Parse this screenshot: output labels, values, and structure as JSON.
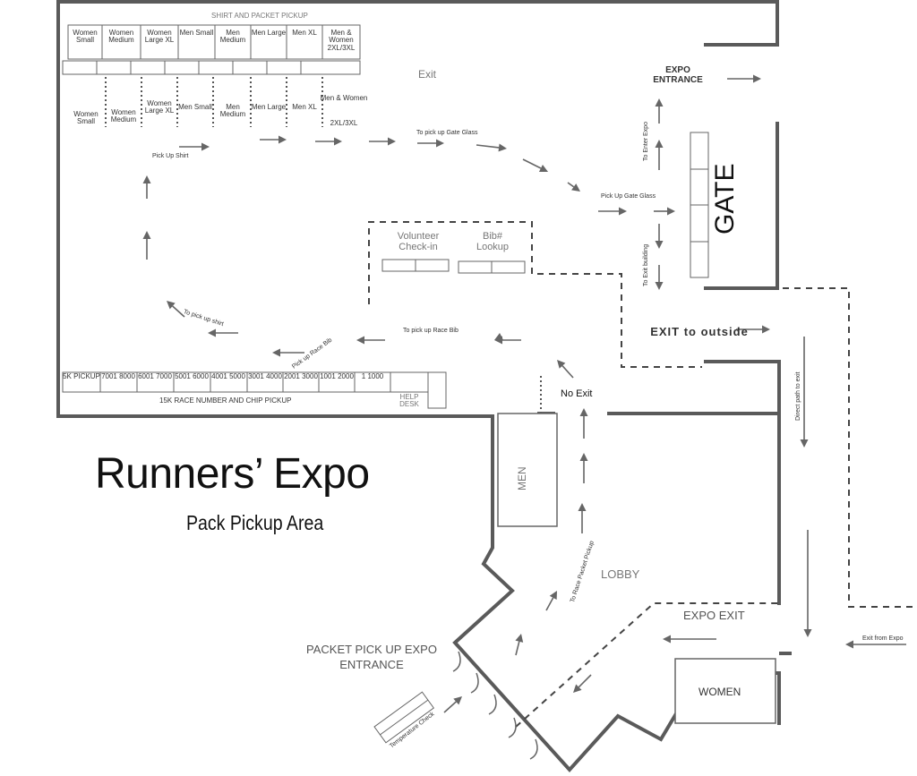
{
  "title": "Runners’ Expo",
  "subtitle": "Pack Pickup Area",
  "shirt_pickup_header": "SHIRT AND PACKET PICKUP",
  "shirt_sizes": [
    "Women Small",
    "Women Medium",
    "Women Large XL",
    "Men Small",
    "Men Medium",
    "Men Large",
    "Men XL",
    "Men & Women 2XL/3XL"
  ],
  "shirt_sizes_lower": [
    "Women Small",
    "Women Medium",
    "Women Large XL",
    "Men Small",
    "Men Medium",
    "Men Large",
    "Men XL",
    "Men & Women",
    "2XL/3XL"
  ],
  "race_tables": {
    "first": "5K PICKUP",
    "ranges": [
      "7001 8000",
      "6001 7000",
      "5001 6000",
      "4001 5000",
      "3001 4000",
      "2001 3000",
      "1001 2000",
      "1 1000"
    ],
    "caption": "15K RACE NUMBER AND CHIP PICKUP",
    "help_desk": "HELP DESK"
  },
  "labels": {
    "exit_top": "Exit",
    "expo_entrance": "EXPO ENTRANCE",
    "gate": "GATE",
    "to_enter_expo": "To Enter Expo",
    "to_exit_building": "To Exit building",
    "pick_up_gate_glass": "Pick Up Gate Glass",
    "to_pick_up_gate_glass": "To pick up Gate Glass",
    "pick_up_shirt": "Pick Up Shirt",
    "to_pick_up_shirt": "To pick up shirt",
    "pick_up_race_bib": "Pick up Race Bib",
    "to_pick_up_race_bib": "To pick up Race Bib",
    "volunteer_checkin": "Volunteer Check-in",
    "bib_lookup": "Bib# Lookup",
    "exit_to_outside": "EXIT to outside",
    "direct_path_to_exit": "Direct path to exit",
    "no_exit": "No Exit",
    "men": "MEN",
    "women": "WOMEN",
    "lobby": "LOBBY",
    "to_race_packet_pickup": "To Race Packet Pickup",
    "expo_exit": "EXPO EXIT",
    "exit_from_expo": "Exit from Expo",
    "packet_pickup_entrance": "PACKET PICK UP EXPO ENTRANCE",
    "temperature_check": "Temperature Check"
  }
}
